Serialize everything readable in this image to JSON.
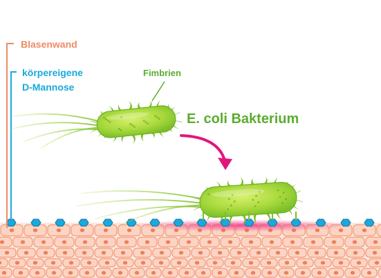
{
  "labels": {
    "bladder_wall": "Blasenwand",
    "d_mannose_line1": "körpereigene",
    "d_mannose_line2": "D-Mannose",
    "fimbriae": "Fimbrien",
    "bacterium": "E. coli Bakterium"
  },
  "colors": {
    "bladder_wall": "#f08a64",
    "d_mannose": "#1aa9dc",
    "fimbriae": "#5aac2e",
    "bacterium_label": "#5aac2e",
    "arrow": "#e0187a",
    "bacterium_body": "#9fd63a",
    "cell_fill": "#fbd4c4",
    "cell_stroke": "#f29a78",
    "nucleus": "#f07e58",
    "binding_glow": "#f03c8c"
  },
  "icons": {
    "arrow": "curved-arrow-icon",
    "bacterium": "bacterium-icon",
    "mannose": "hexagon-icon"
  }
}
